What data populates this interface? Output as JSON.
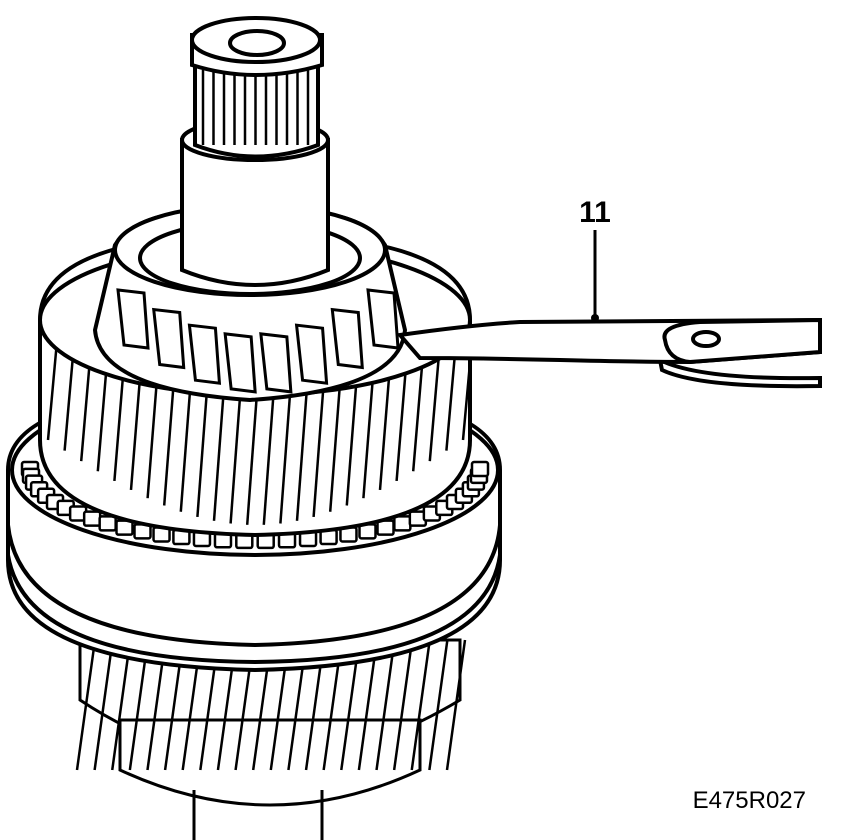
{
  "figure": {
    "callout_label": "11",
    "figure_id": "E475R027",
    "subject_icon": "gear-shaft-assembly-with-lever-tool"
  }
}
